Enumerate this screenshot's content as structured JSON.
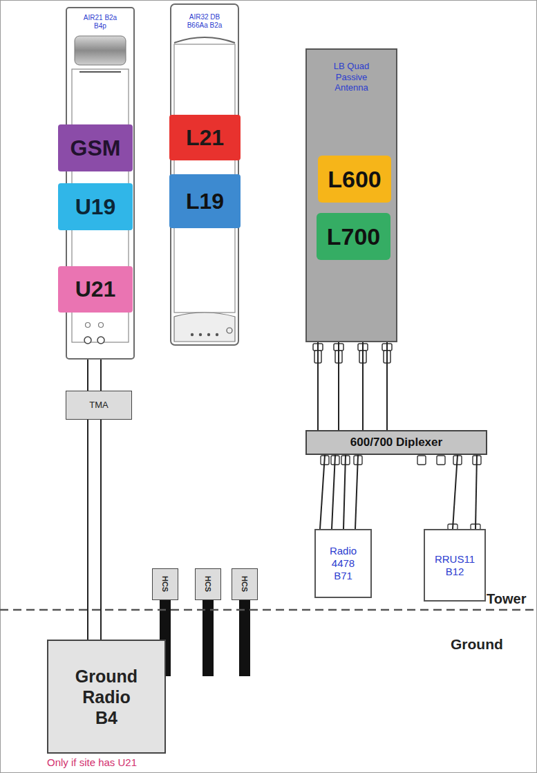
{
  "diagram": {
    "nodes": [
      {
        "text": [
          "AIR21 B2a B4p"
        ]
      },
      {
        "text": [
          "GSM"
        ],
        "in": 0
      },
      {
        "text": [
          "U19"
        ],
        "in": 0
      },
      {
        "text": [
          "U21"
        ],
        "in": 0
      },
      {
        "text": [
          "AIR32 DB B66Aa B2a"
        ]
      },
      {
        "text": [
          "L21"
        ],
        "in": 4
      },
      {
        "text": [
          "L19"
        ],
        "in": 4
      },
      {
        "text": [
          "LB Quad Passive Antenna"
        ]
      },
      {
        "text": [
          "L600"
        ],
        "in": 7
      },
      {
        "text": [
          "L700"
        ],
        "in": 7
      },
      {
        "text": [
          "TMA"
        ]
      },
      {
        "text": [
          "600/700 Diplexer"
        ]
      },
      {
        "text": [
          "HCS"
        ]
      },
      {
        "text": [
          "HCS"
        ]
      },
      {
        "text": [
          "HCS"
        ]
      },
      {
        "text": [
          "Radio 4478 B71"
        ]
      },
      {
        "text": [
          "RRUS11 B12"
        ]
      },
      {
        "text": [
          "Ground Radio B4"
        ]
      }
    ],
    "edges": [
      {
        "from": 0,
        "to": 10,
        "arrow": "none"
      },
      {
        "from": 0,
        "to": 10,
        "arrow": "none"
      },
      {
        "from": 10,
        "to": 17,
        "arrow": "none"
      },
      {
        "from": 10,
        "to": 17,
        "arrow": "none"
      },
      {
        "from": 7,
        "to": 11,
        "arrow": "none"
      },
      {
        "from": 7,
        "to": 11,
        "arrow": "none"
      },
      {
        "from": 7,
        "to": 11,
        "arrow": "none"
      },
      {
        "from": 7,
        "to": 11,
        "arrow": "none"
      },
      {
        "from": 11,
        "to": 15,
        "arrow": "none"
      },
      {
        "from": 11,
        "to": 15,
        "arrow": "none"
      },
      {
        "from": 11,
        "to": 15,
        "arrow": "none"
      },
      {
        "from": 11,
        "to": 15,
        "arrow": "none"
      },
      {
        "from": 11,
        "to": 16,
        "arrow": "none"
      },
      {
        "from": 11,
        "to": 16,
        "arrow": "none"
      }
    ],
    "labels": [
      "Tower",
      "Ground",
      "Only if site has U21"
    ]
  }
}
